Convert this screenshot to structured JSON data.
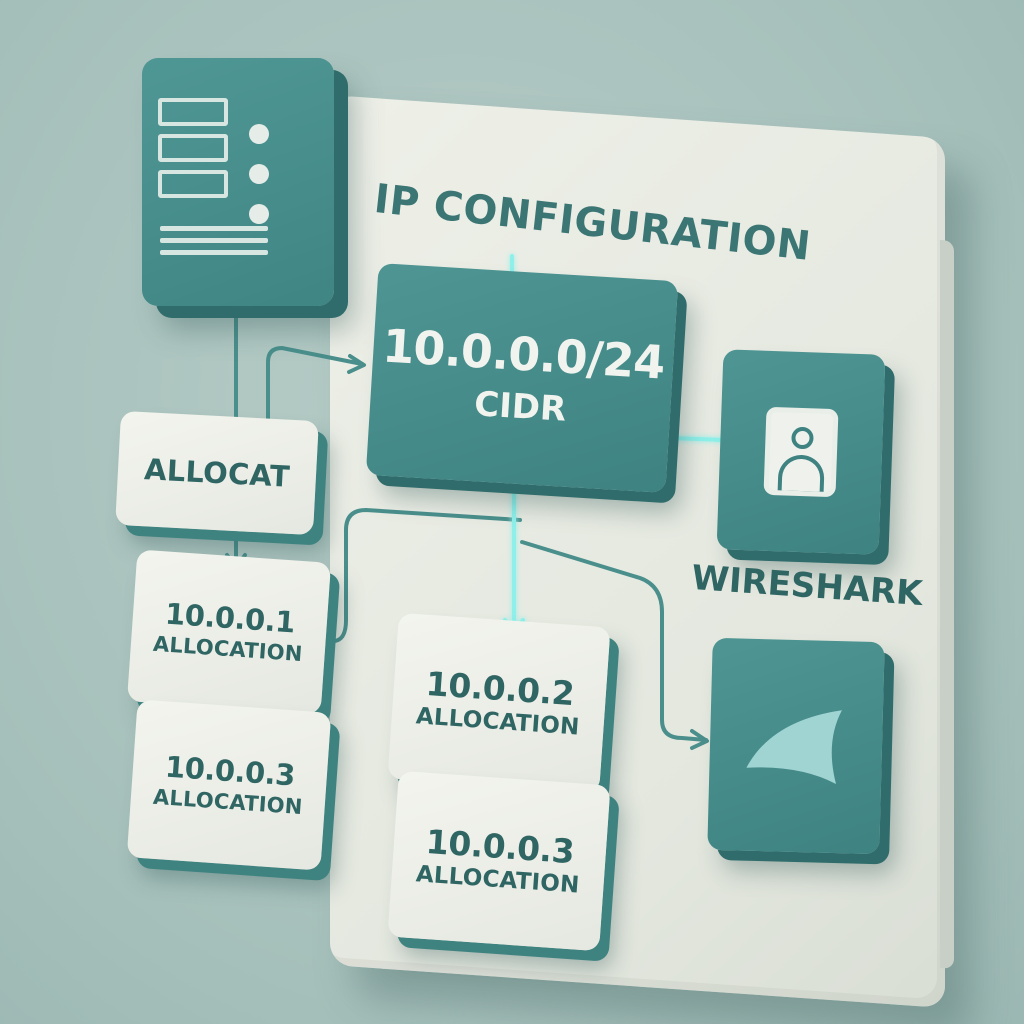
{
  "title": "IP CONFIGURATION",
  "cidr_box": {
    "address": "10.0.0.0/24",
    "label": "CIDR"
  },
  "allocat_box": {
    "label": "ALLOCAT"
  },
  "allocations": [
    {
      "address": "10.0.0.1",
      "label": "ALLOCATION"
    },
    {
      "address": "10.0.0.3",
      "label": "ALLOCATION"
    },
    {
      "address": "10.0.0.2",
      "label": "ALLOCATION"
    },
    {
      "address": "10.0.0.3",
      "label": "ALLOCATION"
    }
  ],
  "wireshark": {
    "label": "WIRESHARK"
  },
  "colors": {
    "teal": "#3e8381",
    "teal_dark": "#2f6c6b",
    "panel": "#e6e9e2",
    "glow": "#8ff0ea",
    "background": "#a9c2bd"
  },
  "icons": [
    "server-icon",
    "user-profile-icon",
    "shark-fin-icon"
  ]
}
